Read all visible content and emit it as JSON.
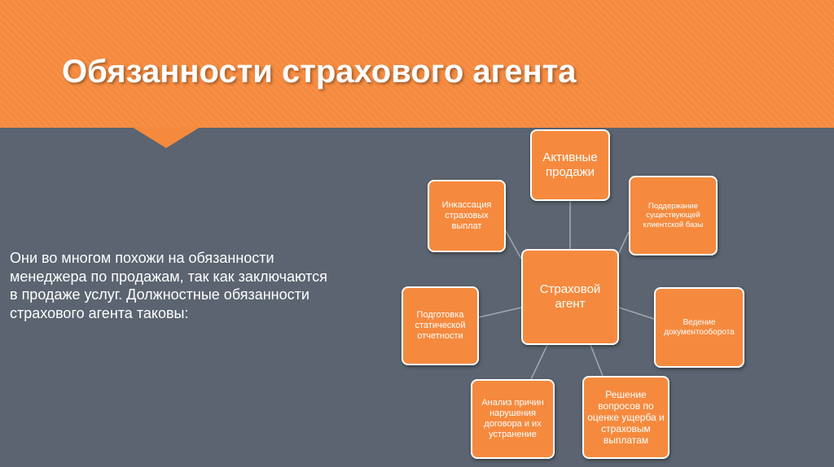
{
  "slide": {
    "title": "Обязанности страхового агента",
    "description": "Они во многом похожи на обязанности менеджера по продажам, так как заключаются в продаже услуг. Должностные обязанности страхового агента таковы:"
  },
  "diagram": {
    "center": "Страховой агент",
    "nodes": [
      "Активные продажи",
      "Поддержание существующей клиентской базы",
      "Ведение документооборота",
      "Решение вопросов по оценке ущерба и страховым выплатам",
      "Анализ причин нарушения договора и их устранение",
      "Подготовка статической отчетности",
      "Инкассация страховых выплат"
    ]
  },
  "colors": {
    "accent": "#f58a3e",
    "background": "#5b6470",
    "border": "#ffffff"
  }
}
